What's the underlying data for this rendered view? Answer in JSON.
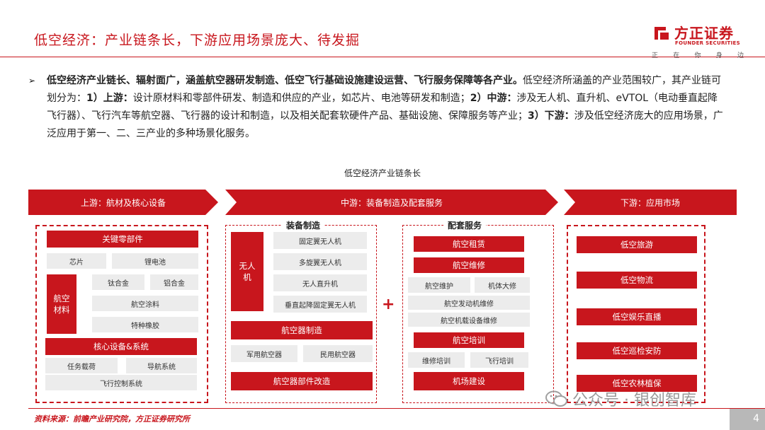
{
  "header": {
    "title": "低空经济：产业链条长，下游应用场景庞大、待发掘",
    "logo_cn": "方正证券",
    "logo_en": "FOUNDER SECURITIES",
    "slogan": [
      "正",
      "在",
      "你",
      "身",
      "边"
    ]
  },
  "summary": {
    "bold_lead": "低空经济产业链长、辐射面广，涵盖航空器研发制造、低空飞行基础设施建设运营、飞行服务保障等各产业。",
    "text_1": "低空经济所涵盖的产业范围较广，其产业链可划分为：",
    "up_label": "1）上游：",
    "up_text": "设计原材料和零部件研发、制造和供应的产业，如芯片、电池等研发和制造；",
    "mid_label": "2）中游：",
    "mid_text": "涉及无人机、直升机、eVTOL（电动垂直起降飞行器）、飞行汽车等航空器、飞行器的设计和制造，以及相关配套软硬件产品、基础设施、保障服务等产业；",
    "down_label": "3）下游：",
    "down_text": "涉及低空经济庞大的应用场景，广泛应用于第一、二、三产业的多种场景化服务。"
  },
  "diagram": {
    "title": "低空经济产业链条长",
    "stages": {
      "upstream": "上游：航材及核心设备",
      "midstream": "中游：装备制造及配套服务",
      "downstream": "下游：应用市场"
    },
    "upstream": {
      "key_parts": "关键零部件",
      "chip": "芯片",
      "lithium_battery": "锂电池",
      "aero_materials": "航空\n材料",
      "titanium_alloy": "钛合金",
      "aluminum_alloy": "铝合金",
      "aero_coating": "航空涂料",
      "special_rubber": "特种橡胶",
      "core_equipment": "核心设备&系统",
      "mission_payload": "任务载荷",
      "navigation_system": "导航系统",
      "flight_control": "飞行控制系统"
    },
    "equipment": {
      "title": "装备制造",
      "uav": "无人\n机",
      "fixed_wing": "固定翼无人机",
      "multi_rotor": "多旋翼无人机",
      "unmanned_heli": "无人直升机",
      "vtol_fixed_wing": "垂直起降固定翼无人机",
      "aircraft_mfg": "航空器制造",
      "military_aircraft": "军用航空器",
      "civil_aircraft": "民用航空器",
      "parts_retrofit": "航空器部件改造"
    },
    "plus": "+",
    "services": {
      "title": "配套服务",
      "leasing": "航空租赁",
      "maintenance": "航空维修",
      "upkeep": "航空维护",
      "overhaul": "机体大修",
      "engine_repair": "航空发动机维修",
      "airborne_equipment": "航空机载设备维修",
      "training": "航空培训",
      "maintenance_training": "维修培训",
      "flight_training": "飞行培训",
      "airport_construction": "机场建设"
    },
    "downstream": {
      "tourism": "低空旅游",
      "logistics": "低空物流",
      "entertainment": "低空娱乐直播",
      "patrol": "低空巡检安防",
      "agri_forestry": "低空农林植保"
    }
  },
  "footer": {
    "source": "资料来源：前瞻产业研究院，方正证券研究所",
    "page": "4",
    "watermark": "公众号 · 银创智库"
  },
  "colors": {
    "accent": "#c8161d",
    "gray_box": "#ececec"
  }
}
